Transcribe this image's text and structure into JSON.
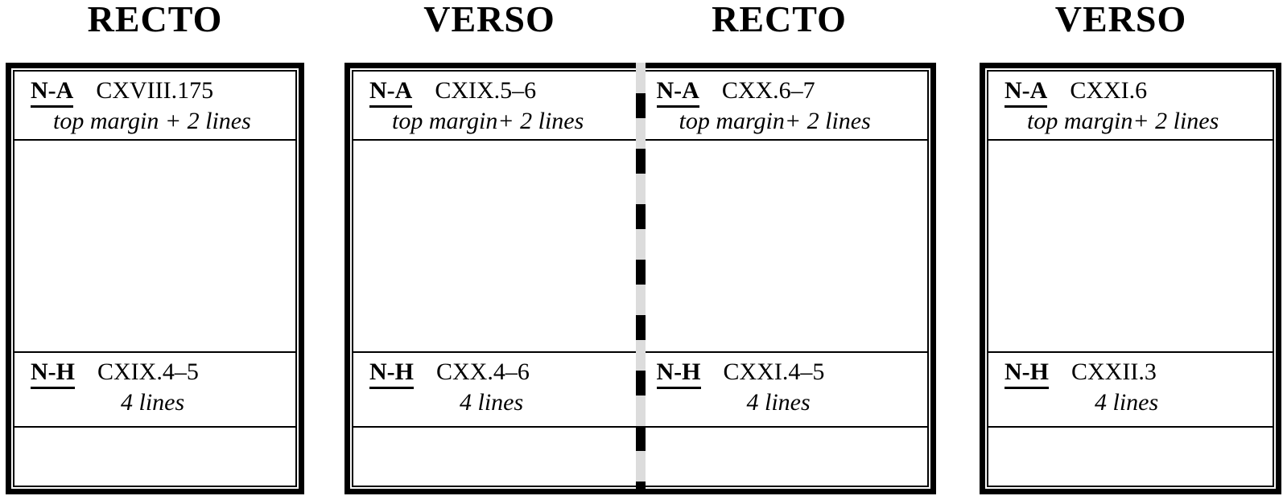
{
  "figure": {
    "description_titles": [
      "RECTO",
      "VERSO",
      "RECTO",
      "VERSO"
    ],
    "colors": {
      "background": "#ffffff",
      "ink": "#000000",
      "gutter_dash_gray": "#dcdcdc"
    }
  },
  "panels": [
    {
      "title": "RECTO",
      "na_label": "N-A",
      "na_value": "CXVIII.175",
      "na_note": "top margin + 2 lines",
      "nh_label": "N-H",
      "nh_value": "CXIX.4–5",
      "nh_note": "4 lines"
    },
    {
      "title": "VERSO",
      "na_label": "N-A",
      "na_value": "CXIX.5–6",
      "na_note": "top margin+ 2 lines",
      "nh_label": "N-H",
      "nh_value": "CXX.4–6",
      "nh_note": "4 lines"
    },
    {
      "title": "RECTO",
      "na_label": "N-A",
      "na_value": "CXX.6–7",
      "na_note": "top margin+ 2 lines",
      "nh_label": "N-H",
      "nh_value": "CXXI.4–5",
      "nh_note": "4 lines"
    },
    {
      "title": "VERSO",
      "na_label": "N-A",
      "na_value": "CXXI.6",
      "na_note": "top margin+ 2 lines",
      "nh_label": "N-H",
      "nh_value": "CXXII.3",
      "nh_note": "4 lines"
    }
  ]
}
